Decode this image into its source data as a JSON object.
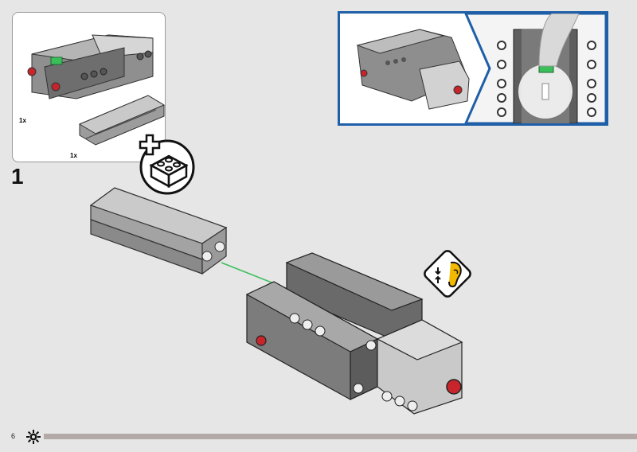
{
  "page": {
    "number": "6"
  },
  "step": {
    "number": "1"
  },
  "parts_box": {
    "items": [
      {
        "name": "motor-hub-assembly",
        "quantity": "1x"
      },
      {
        "name": "battery-cover",
        "quantity": "1x"
      }
    ]
  },
  "icons": {
    "add_brick": "plus-brick-icon",
    "click_sound": "ear-click-icon",
    "settings": "gear-icon"
  },
  "colors": {
    "frame_blue": "#1f5fa8",
    "highlight_green": "#3bbf5a",
    "connector_red": "#c8242b",
    "click_icon_yellow": "#f2b900"
  }
}
